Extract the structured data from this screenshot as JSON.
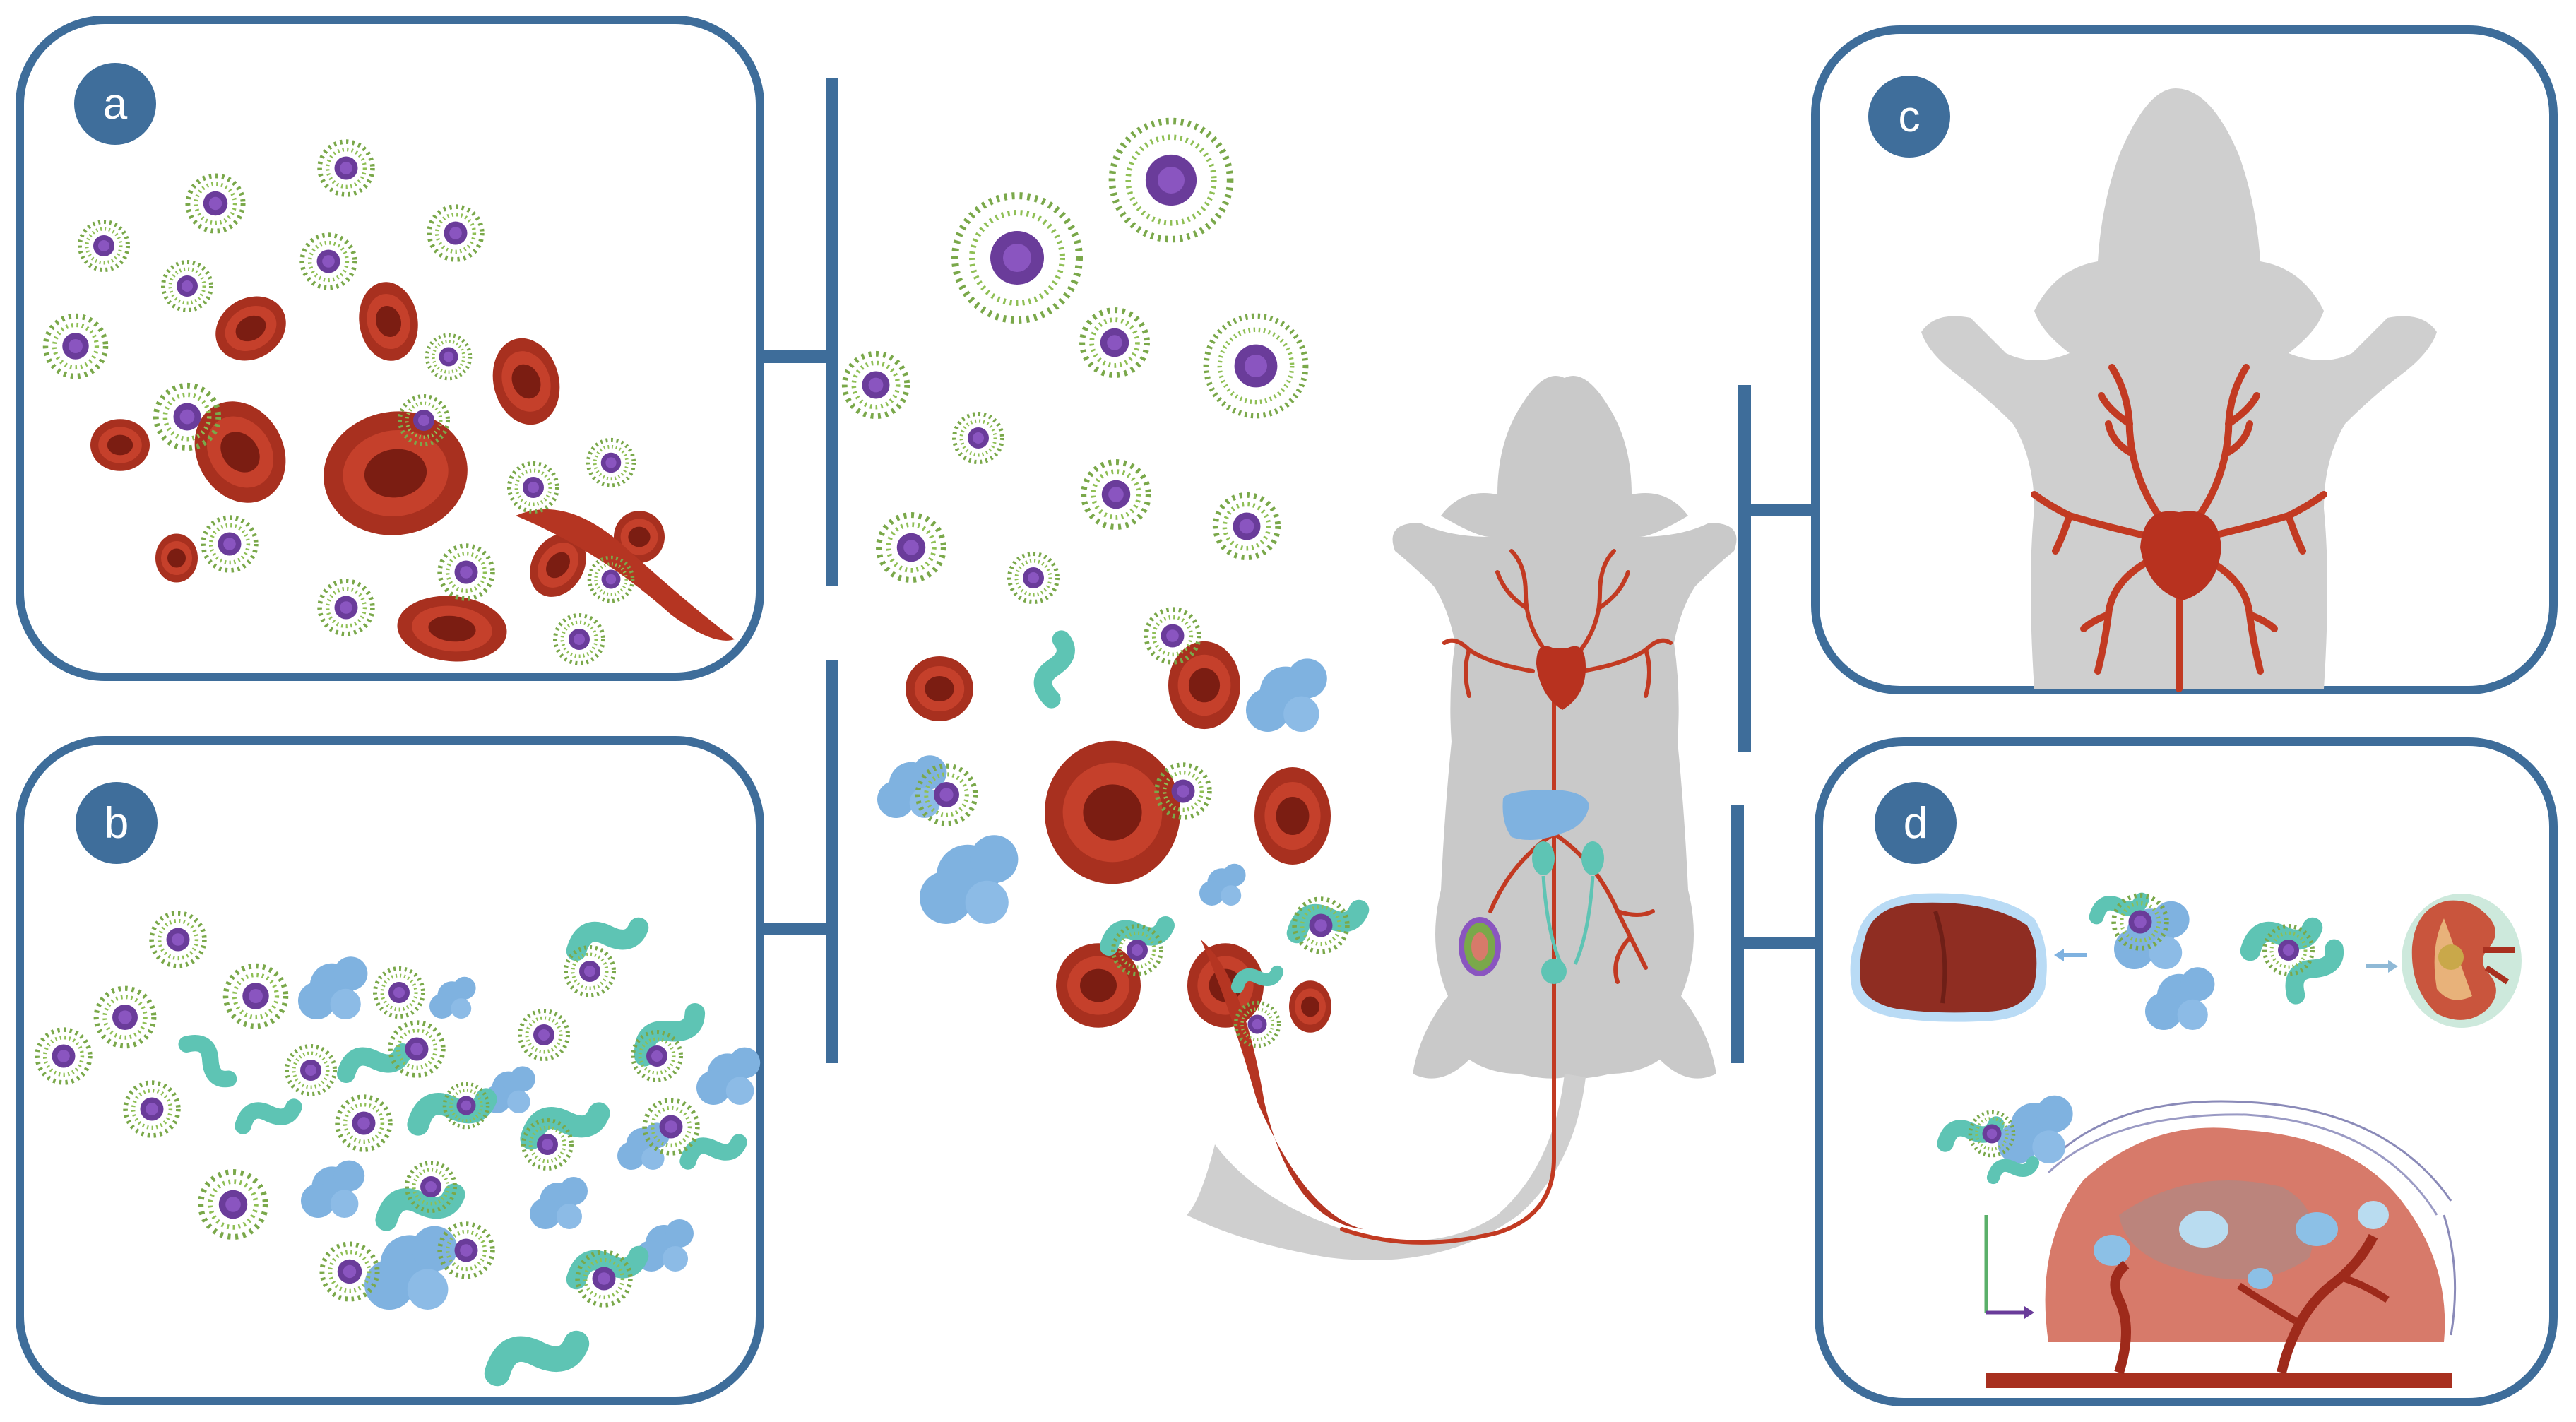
{
  "panels": [
    {
      "id": "a",
      "label": "a"
    },
    {
      "id": "b",
      "label": "b"
    },
    {
      "id": "c",
      "label": "c"
    },
    {
      "id": "d",
      "label": "d"
    }
  ],
  "colors": {
    "frame": "#3e6d9a",
    "badge": "#3f6e9b",
    "rbc": "#a8301f",
    "rbc_light": "#c5402b",
    "rbc_dark": "#7b1d12",
    "np_core": "#6a3c9a",
    "np_corona": "#7aa84a",
    "protein_blue": "#7fb2e0",
    "protein_teal": "#5ec4b4",
    "mouse": "#c9c9c9",
    "vessel": "#c23a22",
    "liver": "#8f2d22",
    "tumor": "#d77a6a"
  },
  "icons": [
    "nanoparticle-icon",
    "red-blood-cell-icon",
    "protein-icon",
    "mouse-silhouette-icon",
    "heart-icon",
    "liver-icon",
    "kidney-icon",
    "tumor-icon"
  ]
}
